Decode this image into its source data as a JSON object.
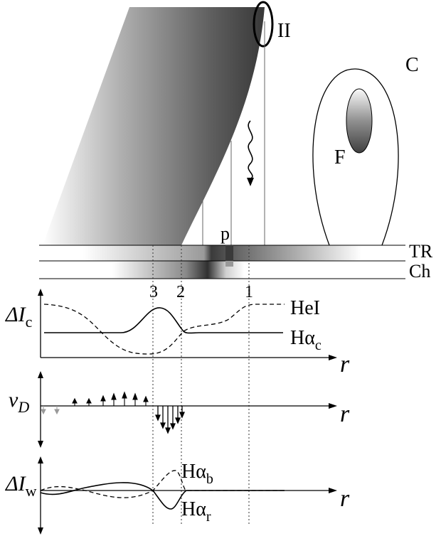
{
  "labels": {
    "region_ii": "II",
    "corona": "C",
    "filament": "F",
    "point_p": "p",
    "transition_region": "TR",
    "chromosphere": "Ch",
    "pos_3": "3",
    "pos_2": "2",
    "pos_1": "1"
  },
  "panel_top": {
    "ylabel_main": "ΔI",
    "ylabel_sub": "c",
    "xlabel": "r",
    "curve_hei": "HeI",
    "curve_ha_main": "Hα",
    "curve_ha_sub": "c"
  },
  "panel_mid": {
    "ylabel_main": "v",
    "ylabel_sub": "D",
    "xlabel": "r"
  },
  "panel_bot": {
    "ylabel_main": "ΔI",
    "ylabel_sub": "w",
    "xlabel": "r",
    "curve_b_main": "Hα",
    "curve_b_sub": "b",
    "curve_r_main": "Hα",
    "curve_r_sub": "r"
  },
  "colors": {
    "ink": "#000000",
    "gray_arrow": "#999999",
    "dark_fill": "#3a3a3a"
  }
}
